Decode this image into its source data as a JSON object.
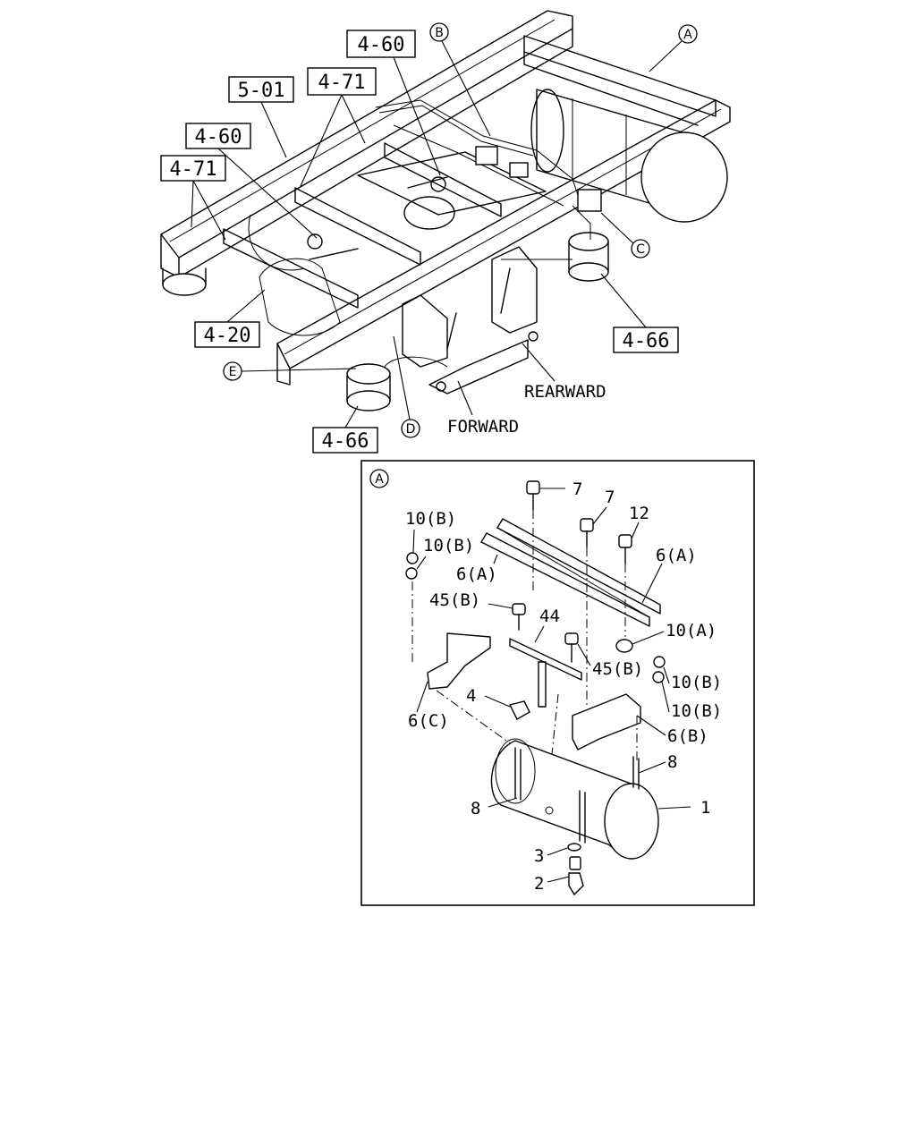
{
  "refs": {
    "r460a": "4-60",
    "r471a": "4-71",
    "r501": "5-01",
    "r460b": "4-60",
    "r471b": "4-71",
    "r420": "4-20",
    "r466a": "4-66",
    "r466b": "4-66"
  },
  "callouts": {
    "a": "A",
    "b": "B",
    "c": "C",
    "d": "D",
    "e": "E",
    "detail": "A"
  },
  "directions": {
    "rearward": "REARWARD",
    "forward": "FORWARD"
  },
  "parts": {
    "p7a": "7",
    "p7b": "7",
    "p12": "12",
    "p10b_1": "10(B)",
    "p10b_2": "10(B)",
    "p6a_1": "6(A)",
    "p6a_2": "6(A)",
    "p45b_1": "45(B)",
    "p44": "44",
    "p10a": "10(A)",
    "p45b_2": "45(B)",
    "p10b_3": "10(B)",
    "p4": "4",
    "p10b_4": "10(B)",
    "p6c": "6(C)",
    "p6b": "6(B)",
    "p8a": "8",
    "p1": "1",
    "p8b": "8",
    "p3": "3",
    "p2": "2"
  }
}
